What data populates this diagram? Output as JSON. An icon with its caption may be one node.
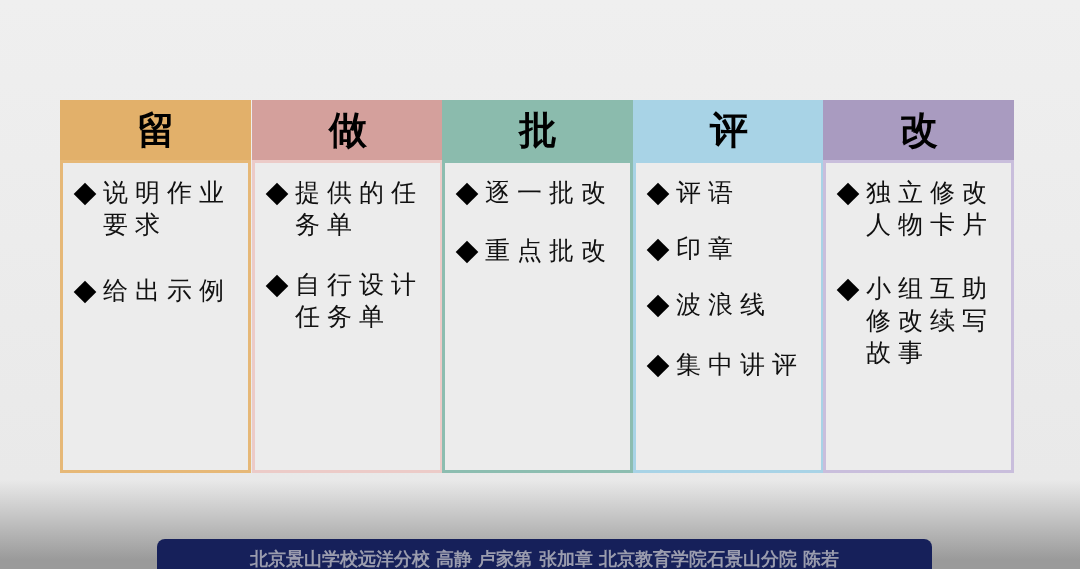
{
  "diagram": {
    "nodes": [
      {
        "text": [
          "留"
        ]
      },
      {
        "text": [
          "说明作业要求",
          "给出示例"
        ]
      },
      {
        "text": [
          "做"
        ]
      },
      {
        "text": [
          "提供的任务单",
          "自行设计任务单"
        ]
      },
      {
        "text": [
          "批"
        ]
      },
      {
        "text": [
          "逐一批改",
          "重点批改"
        ]
      },
      {
        "text": [
          "评"
        ]
      },
      {
        "text": [
          "评语",
          "印章",
          "波浪线",
          "集中讲评"
        ]
      },
      {
        "text": [
          "改"
        ]
      },
      {
        "text": [
          "独立修改人物卡片",
          "小组互助修改续写故事"
        ]
      }
    ],
    "labels": [
      "北京景山学校远洋分校 高静 卢家第 张加章 北京教育学院石景山分院 陈若"
    ]
  }
}
